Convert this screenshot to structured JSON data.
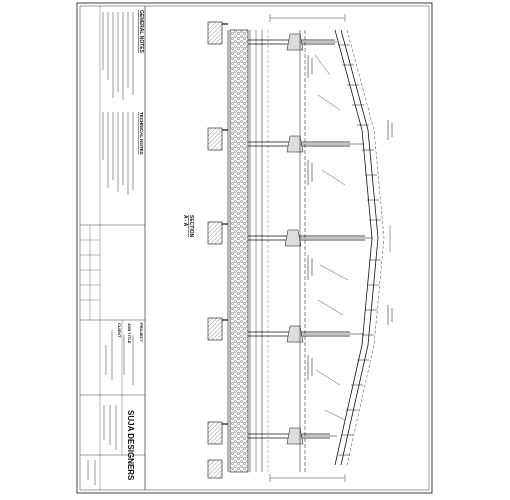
{
  "sheet": {
    "general_notes_title": "GENERAL NOTES",
    "technical_notes_title": "TECHNICAL NOTES",
    "project_label": "PROJECT",
    "client_label": "CLIENT",
    "job_title_label": "JOB TITLE",
    "section_label": "SECTION",
    "section_mark": "A - A",
    "firm_name": "SUJA DESIGNERS"
  },
  "colors": {
    "line": "#111111",
    "hatch": "#444444",
    "paper": "#ffffff"
  }
}
